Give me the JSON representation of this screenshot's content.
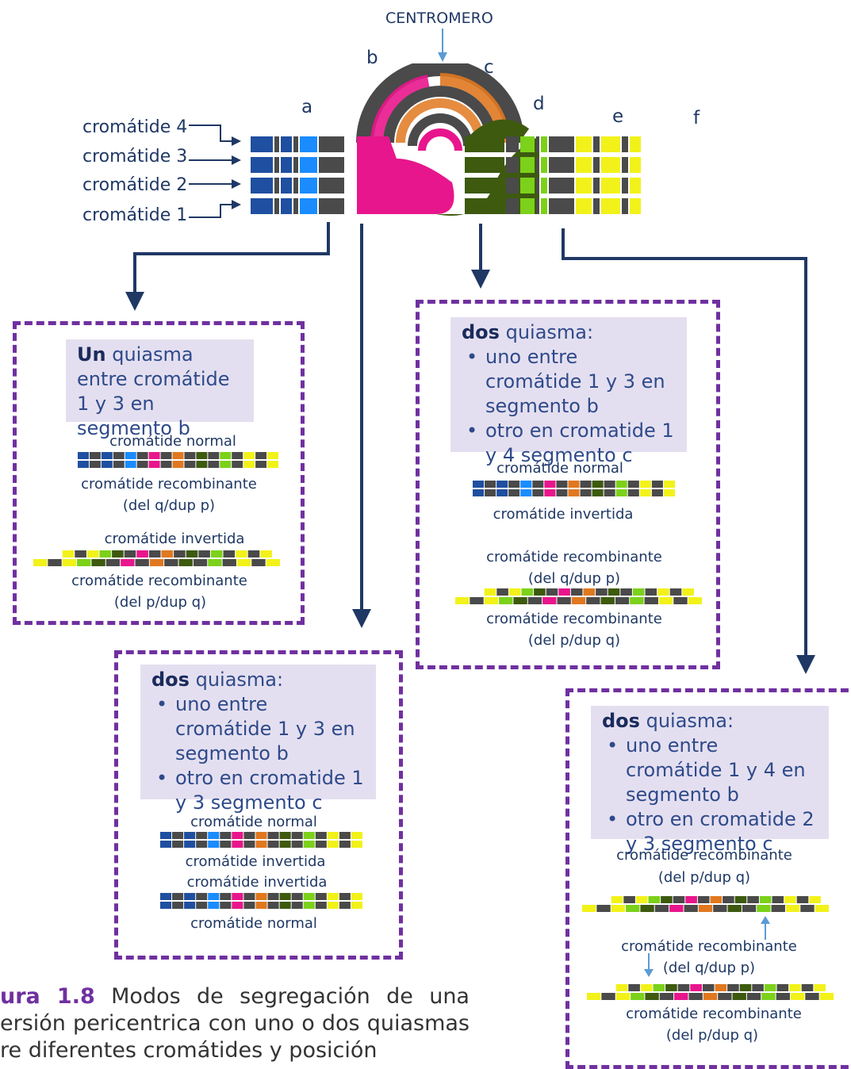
{
  "top": {
    "centromere": "CENTROMERO",
    "segments": [
      "a",
      "b",
      "c",
      "d",
      "e",
      "f"
    ],
    "chromatids": [
      "cromátide 4",
      "cromátide 3",
      "cromátide 2",
      "cromátide 1"
    ]
  },
  "panel1": {
    "note_bold": "Un",
    "note_rest": " quiasma entre cromátide 1 y 3 en segmento b",
    "captions": [
      "cromátide normal",
      "cromátide recombinante",
      "(del q/dup p)",
      "cromátide invertida",
      "cromátide recombinante",
      "(del p/dup q)"
    ]
  },
  "panel2": {
    "note_bold": "dos",
    "note_rest": " quiasma:",
    "bullets": [
      "uno entre cromátide 1 y 3 en segmento b",
      "otro en cromatide 1 y 3 segmento c"
    ],
    "captions": [
      "cromátide normal",
      "cromátide invertida",
      "cromátide invertida",
      "cromátide normal"
    ]
  },
  "panel3": {
    "note_bold": "dos",
    "note_rest": " quiasma:",
    "bullets": [
      "uno entre cromátide 1 y 3 en segmento b",
      "otro en cromatide 1 y 4 segmento c"
    ],
    "captions": [
      "cromátide normal",
      "cromátide invertida",
      "cromátide recombinante",
      "(del q/dup p)",
      "cromátide recombinante",
      "(del p/dup q)"
    ]
  },
  "panel4": {
    "note_bold": "dos",
    "note_rest": " quiasma:",
    "bullets": [
      "uno entre cromátide 1 y 4 en segmento b",
      "otro en cromatide 2 y 3 segmento c"
    ],
    "captions": [
      "cromátide recombinante",
      "(del p/dup q)",
      "cromátide recombinante",
      "(del q/dup p)",
      "cromátide recombinante",
      "(del p/dup q)"
    ]
  },
  "caption": {
    "line1_bold": "ura 1.8",
    "line1_rest": " Modos de segregación de una",
    "line2": "ersión pericentrica con uno o dos quiasmas",
    "line3": "re diferentes cromátides y posición"
  },
  "colors": {
    "blue": "#1f4fa0",
    "lightblue": "#1a8cff",
    "gray": "#4a4a4a",
    "pink": "#e8168c",
    "orange": "#e07820",
    "darkgreen": "#3d5a0f",
    "green": "#7cd11a",
    "yellow": "#f2f21a",
    "panel_border": "#7030a0",
    "note_bg": "#e4dff0",
    "arrow": "#1f3864"
  }
}
